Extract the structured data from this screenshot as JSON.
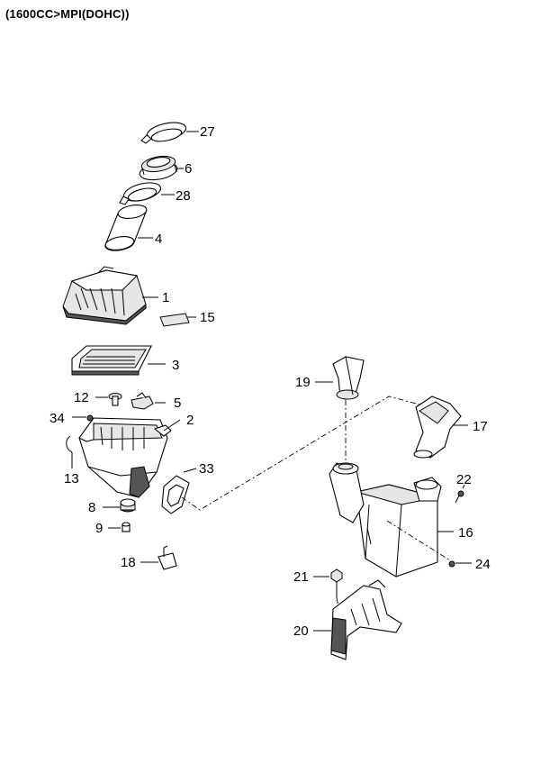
{
  "title": "(1600CC>MPI(DOHC))",
  "labels": {
    "p27": "27",
    "p6": "6",
    "p28": "28",
    "p4": "4",
    "p1": "1",
    "p15": "15",
    "p3": "3",
    "p12": "12",
    "p5": "5",
    "p34": "34",
    "p2": "2",
    "p13": "13",
    "p33": "33",
    "p8": "8",
    "p9": "9",
    "p18": "18",
    "p19": "19",
    "p17": "17",
    "p22": "22",
    "p16": "16",
    "p24": "24",
    "p21": "21",
    "p20": "20"
  }
}
